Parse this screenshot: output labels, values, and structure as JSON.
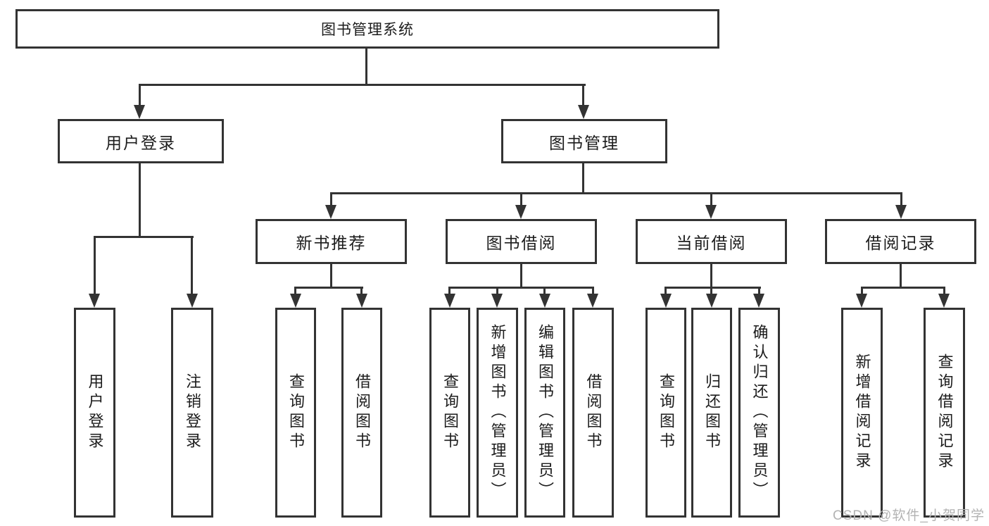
{
  "diagram": {
    "title": "图书管理系统",
    "level1": {
      "user_login": "用户登录",
      "book_management": "图书管理"
    },
    "level2": {
      "new_books": "新书推荐",
      "book_borrow": "图书借阅",
      "current_borrow": "当前借阅",
      "borrow_records": "借阅记录"
    },
    "leaves": {
      "user_login": [
        "用户登录",
        "注销登录"
      ],
      "new_books": [
        "查询图书",
        "借阅图书"
      ],
      "book_borrow": [
        "查询图书",
        "新增图书（管理员）",
        "编辑图书（管理员）",
        "借阅图书"
      ],
      "current_borrow": [
        "查询图书",
        "归还图书",
        "确认归还（管理员）"
      ],
      "borrow_records": [
        "新增借阅记录",
        "查询借阅记录"
      ]
    }
  },
  "watermark": "CSDN @软件_小贺同学",
  "colors": {
    "line": "#333333",
    "text": "#1c1c1c",
    "watermark": "#b3b3b3",
    "background": "#ffffff"
  }
}
